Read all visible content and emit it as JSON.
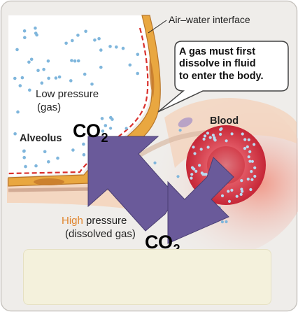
{
  "labels": {
    "air_water_interface": "Air–water interface",
    "callout_lines": [
      "A gas must first",
      "dissolve in fluid",
      "to enter the body."
    ],
    "low_pressure_word": "Low pressure",
    "low_pressure_gas": "(gas)",
    "alveolus": "Alveolus",
    "blood": "Blood",
    "high_pressure_high": "High",
    "high_pressure_rest": " pressure",
    "high_pressure_dissolved": "(dissolved gas)",
    "co2_upper_main": "CO",
    "co2_upper_sub": "2",
    "co2_lower_main": "CO",
    "co2_lower_sub": "2"
  },
  "colors": {
    "panel_background": "#efedea",
    "tissue": "#f4d2ba",
    "alveolar_wall": "#e9a740",
    "fluid_line": "#d9302c",
    "gas_dot": "#7fb6dc",
    "red_blood_cell": "#d83340",
    "arrow": "#6a5a9a",
    "high_pressure_word": "#e1852d",
    "text_box": "#f4f1dc"
  }
}
